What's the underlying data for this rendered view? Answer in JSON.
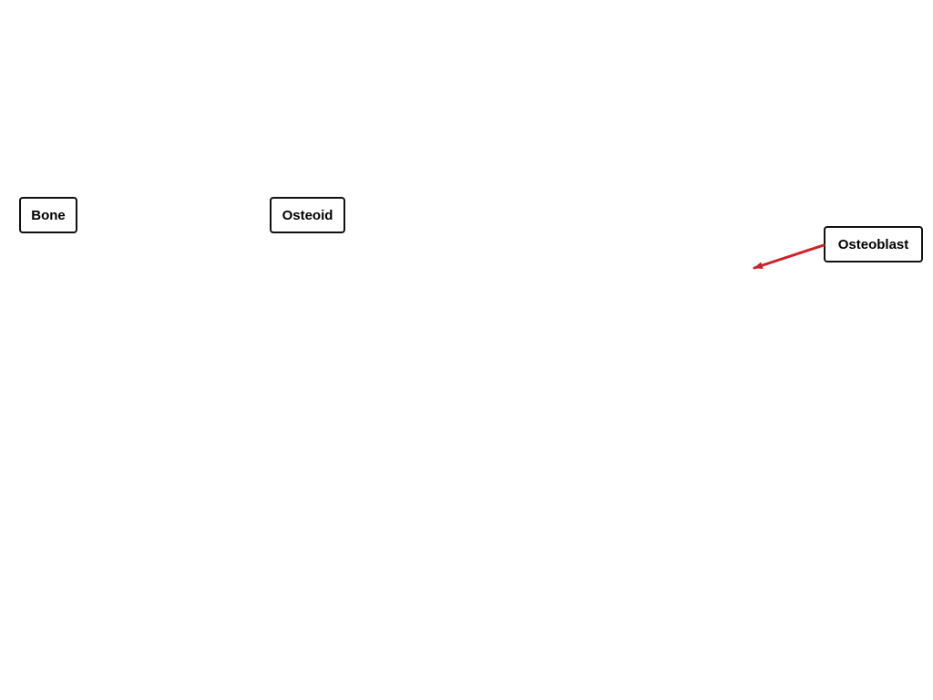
{
  "labels": {
    "bone": "Bone",
    "osteoid": "Osteoid",
    "osteoblast": "Osteoblast"
  },
  "colors": {
    "arrow": "#d0202a",
    "box_border": "#111111",
    "text": "#000000",
    "background": "#ffffff"
  }
}
